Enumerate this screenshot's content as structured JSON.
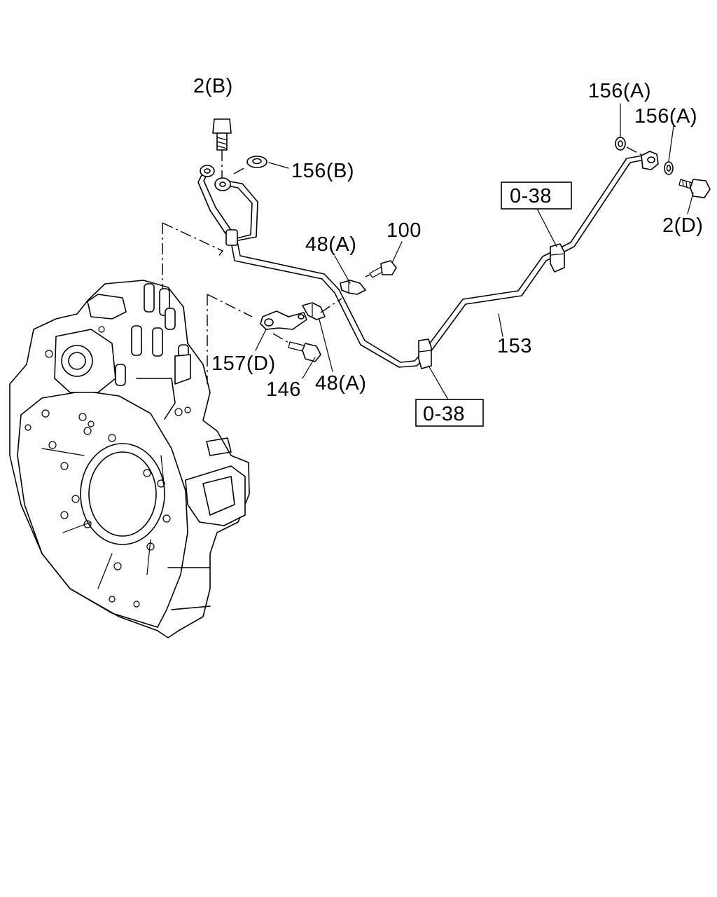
{
  "labels": {
    "bolt_2b": "2(B)",
    "washer_156b": "156(B)",
    "washer_156a_top": "156(A)",
    "washer_156a_right": "156(A)",
    "bolt_2d": "2(D)",
    "ref_038_upper": "0-38",
    "ref_038_lower": "0-38",
    "clip_48a_upper": "48(A)",
    "bolt_100": "100",
    "pipe_153": "153",
    "bracket_157d": "157(D)",
    "bolt_146": "146",
    "clip_48a_lower": "48(A)"
  }
}
